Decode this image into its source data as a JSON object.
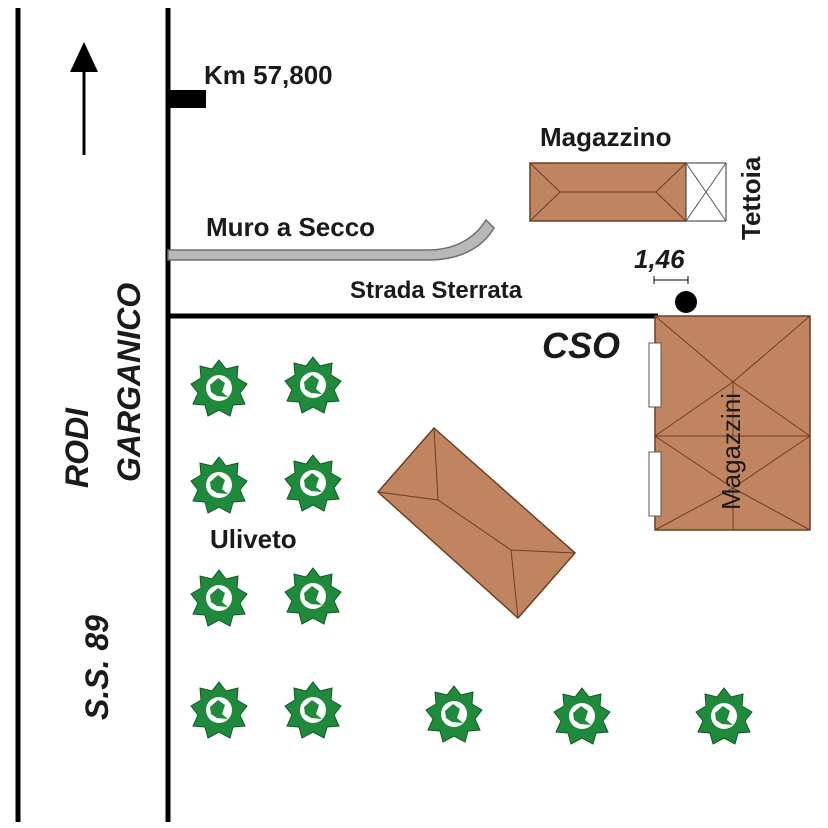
{
  "labels": {
    "km": "Km 57,800",
    "magazzino": "Magazzino",
    "tettoia": "Tettoia",
    "muro": "Muro a Secco",
    "strada": "Strada Sterrata",
    "distance": "1,46",
    "cso": "CSO",
    "magazzini": "Magazzini",
    "uliveto": "Uliveto",
    "road_line1": "RODI",
    "road_line2": "GARGANICO",
    "ss": "S.S. 89"
  },
  "colors": {
    "building_fill": "#c08560",
    "building_stroke": "#6b3f22",
    "tree_green": "#1f8a3c",
    "road_line": "#000000",
    "wall_fill": "#b8b8b8",
    "wall_stroke": "#6e6e6e"
  },
  "icons": {
    "tree": "olive-tree-icon",
    "north": "north-arrow-icon",
    "marker": "point-marker-icon"
  }
}
